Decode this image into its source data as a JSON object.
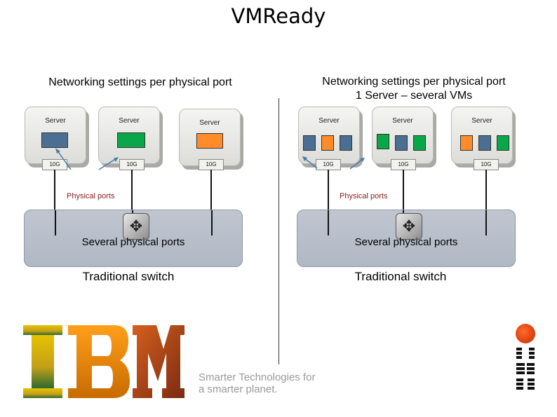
{
  "title": "VMReady",
  "left": {
    "heading": "Networking settings per physical port",
    "servers": [
      {
        "label": "Server",
        "vms": [
          "#4b6f93"
        ],
        "port": "10G"
      },
      {
        "label": "Server",
        "vms": [
          "#0aa74a"
        ],
        "port": "10G"
      },
      {
        "label": "Server",
        "vms": [
          "#ff8b2b"
        ],
        "port": "10G"
      }
    ],
    "physical_ports_label": "Physical ports",
    "switch_label": "Several physical ports",
    "switch_type": "Traditional switch"
  },
  "right": {
    "heading_line1": "Networking settings per physical port",
    "heading_line2": "1 Server – several VMs",
    "servers": [
      {
        "label": "Server",
        "vms": [
          "#4b6f93",
          "#ff8b2b",
          "#4b6f93"
        ],
        "port": "10G"
      },
      {
        "label": "Server",
        "vms": [
          "#0aa74a",
          "#4b6f93",
          "#0aa74a"
        ],
        "port": "10G"
      },
      {
        "label": "Server",
        "vms": [
          "#ff8b2b",
          "#4b6f93",
          "#0aa74a"
        ],
        "port": "10G"
      }
    ],
    "physical_ports_label": "Physical ports",
    "switch_label": "Several physical ports",
    "switch_type": "Traditional switch"
  },
  "footer": {
    "logo_text": "IBM",
    "tagline_line1": "Smarter Technologies for",
    "tagline_line2": "a smarter planet.",
    "vertical_logo": "IBM"
  },
  "colors": {
    "vm_blue": "#4b6f93",
    "vm_green": "#0aa74a",
    "vm_orange": "#ff8b2b",
    "switch": "#b5bdc9",
    "tagline": "#9a9a9a"
  }
}
